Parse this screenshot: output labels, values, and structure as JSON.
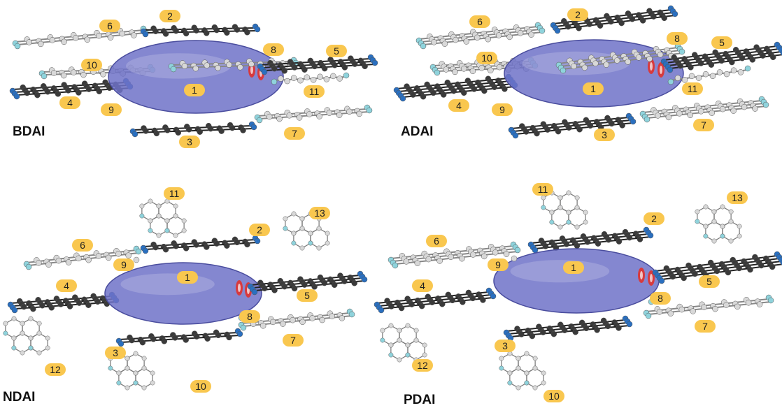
{
  "panels": [
    {
      "id": "bdai",
      "label": "BDAI",
      "molecules": [
        {
          "n": "1",
          "kind": "surface"
        },
        {
          "n": "2",
          "kind": "dark"
        },
        {
          "n": "3",
          "kind": "dark"
        },
        {
          "n": "4",
          "kind": "dark"
        },
        {
          "n": "5",
          "kind": "dark"
        },
        {
          "n": "6",
          "kind": "light"
        },
        {
          "n": "7",
          "kind": "light"
        },
        {
          "n": "8",
          "kind": "light"
        },
        {
          "n": "9",
          "kind": "light"
        },
        {
          "n": "10",
          "kind": "light"
        },
        {
          "n": "11",
          "kind": "light"
        }
      ]
    },
    {
      "id": "adai",
      "label": "ADAI",
      "molecules": [
        {
          "n": "1",
          "kind": "surface"
        },
        {
          "n": "2",
          "kind": "dark"
        },
        {
          "n": "3",
          "kind": "dark"
        },
        {
          "n": "4",
          "kind": "dark"
        },
        {
          "n": "5",
          "kind": "dark"
        },
        {
          "n": "6",
          "kind": "light"
        },
        {
          "n": "7",
          "kind": "light"
        },
        {
          "n": "8",
          "kind": "light"
        },
        {
          "n": "9",
          "kind": "light"
        },
        {
          "n": "10",
          "kind": "light"
        },
        {
          "n": "11",
          "kind": "light"
        }
      ]
    },
    {
      "id": "ndai",
      "label": "NDAI",
      "molecules": [
        {
          "n": "1",
          "kind": "surface"
        },
        {
          "n": "2",
          "kind": "dark"
        },
        {
          "n": "3",
          "kind": "dark"
        },
        {
          "n": "4",
          "kind": "dark"
        },
        {
          "n": "5",
          "kind": "dark"
        },
        {
          "n": "6",
          "kind": "light"
        },
        {
          "n": "7",
          "kind": "light"
        },
        {
          "n": "8",
          "kind": "light"
        },
        {
          "n": "9",
          "kind": "light"
        },
        {
          "n": "10",
          "kind": "ring"
        },
        {
          "n": "11",
          "kind": "ring"
        },
        {
          "n": "12",
          "kind": "ring"
        },
        {
          "n": "13",
          "kind": "ring"
        }
      ]
    },
    {
      "id": "pdai",
      "label": "PDAI",
      "molecules": [
        {
          "n": "1",
          "kind": "surface"
        },
        {
          "n": "2",
          "kind": "dark"
        },
        {
          "n": "3",
          "kind": "dark"
        },
        {
          "n": "4",
          "kind": "dark"
        },
        {
          "n": "5",
          "kind": "dark"
        },
        {
          "n": "6",
          "kind": "light"
        },
        {
          "n": "7",
          "kind": "light"
        },
        {
          "n": "8",
          "kind": "light"
        },
        {
          "n": "9",
          "kind": "light"
        },
        {
          "n": "10",
          "kind": "ring"
        },
        {
          "n": "11",
          "kind": "ring"
        },
        {
          "n": "12",
          "kind": "ring"
        },
        {
          "n": "13",
          "kind": "ring"
        }
      ]
    }
  ],
  "colors": {
    "surface": "#6f72c8",
    "surface_edge": "#4a4d9e",
    "hotspot": "#e0322d",
    "dark_atom": "#3a3a3a",
    "light_atom": "#d8d8d8",
    "nitrogen": "#2a6fbf",
    "fluorine": "#8fd3dc",
    "badge": "#f9c74f"
  }
}
